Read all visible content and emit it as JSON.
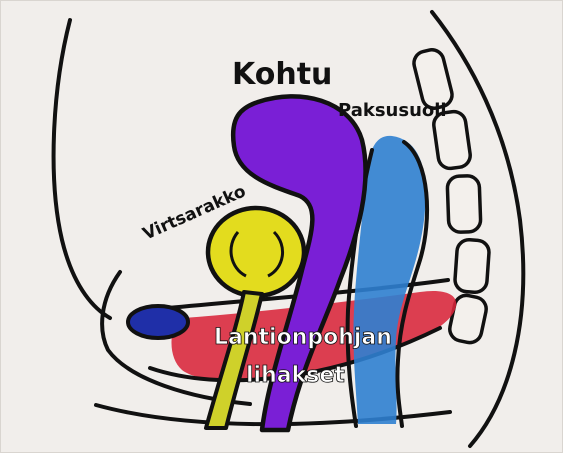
{
  "labels": {
    "uterus": "Kohtu",
    "colon": "Paksusuoli",
    "bladder": "Virtsarakko",
    "pelvic_floor_line1": "Lantionpohjan",
    "pelvic_floor_line2": "lihakset"
  },
  "colors": {
    "paper": "#f1eeeb",
    "outline": "#111111",
    "uterus": "#7a1fd6",
    "colon": "#2f7fd0",
    "bladder": "#e3dc1e",
    "bladder_tube": "#cfd12a",
    "muscle": "#d8263a",
    "pubic_bone": "#1f2fa8",
    "label_light": "#ffffff"
  }
}
